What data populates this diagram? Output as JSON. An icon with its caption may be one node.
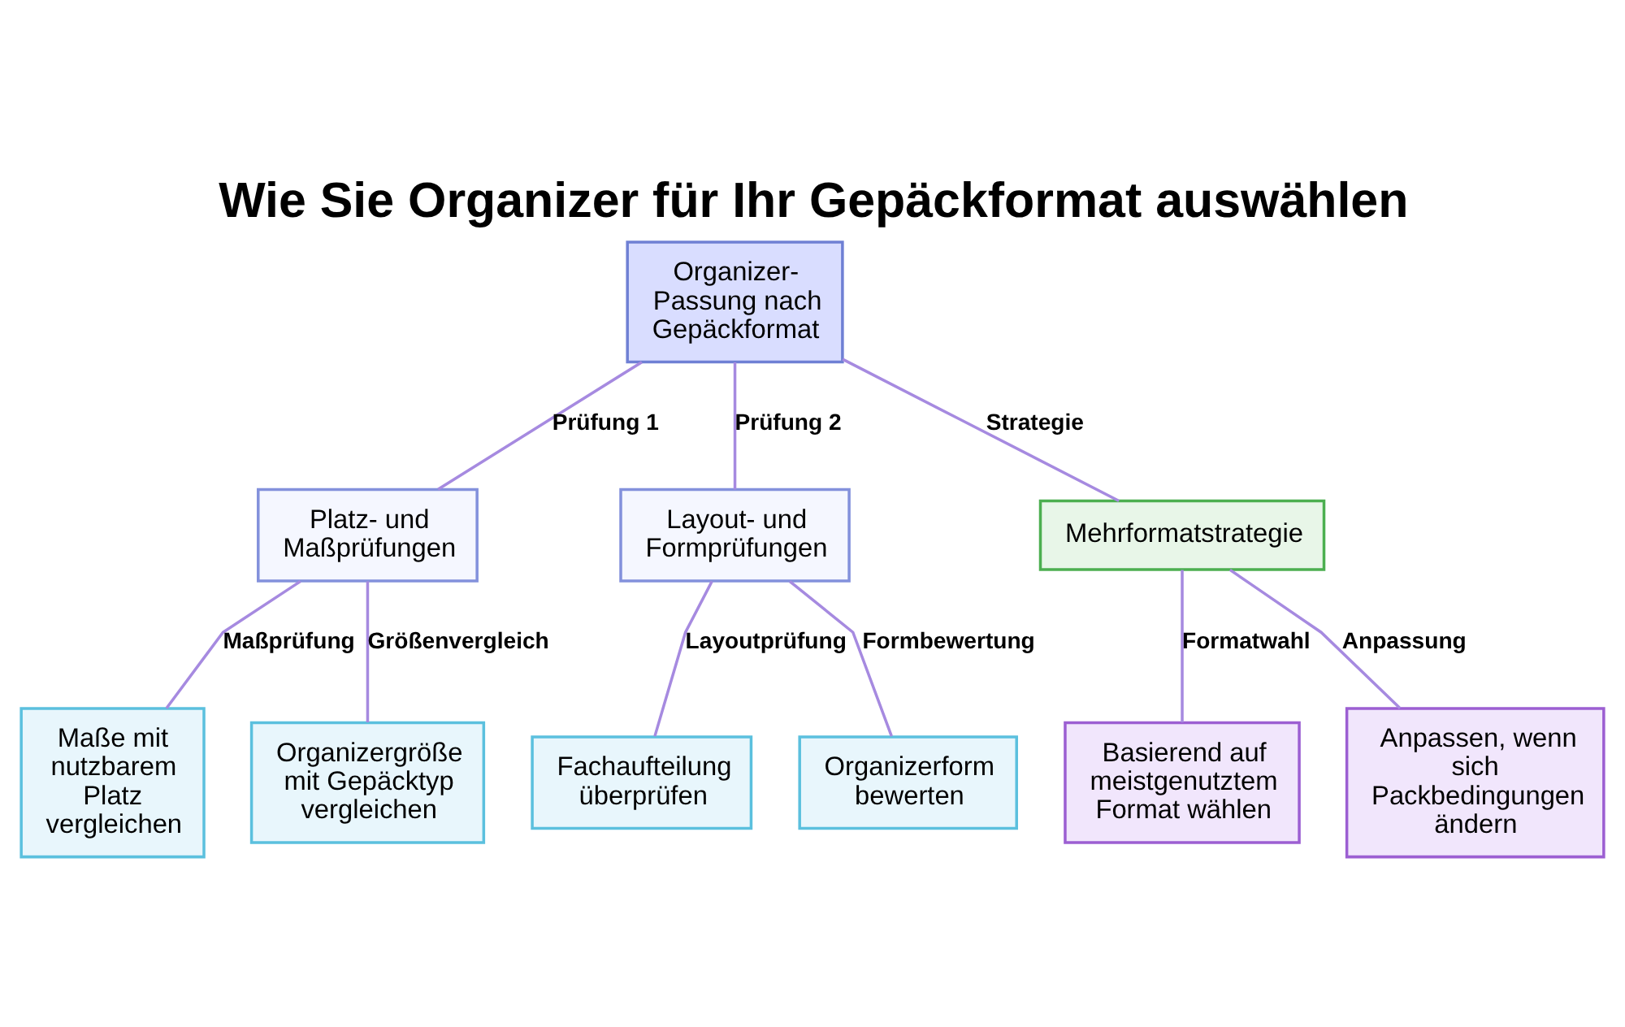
{
  "diagram": {
    "title": "Wie Sie Organizer für Ihr Gepäckformat auswählen",
    "nodes": [
      {
        "text": [
          "Organizer-Passung nach Gepäckformat"
        ]
      },
      {
        "text": [
          "Platz- und Maßprüfungen"
        ]
      },
      {
        "text": [
          "Layout- und Formprüfungen"
        ]
      },
      {
        "text": [
          "Mehrformatstrategie"
        ]
      },
      {
        "text": [
          "Maße mit nutzbarem Platz vergleichen"
        ]
      },
      {
        "text": [
          "Organizergröße mit Gepäcktyp vergleichen"
        ]
      },
      {
        "text": [
          "Fachaufteilung überprüfen"
        ]
      },
      {
        "text": [
          "Organizerform bewerten"
        ]
      },
      {
        "text": [
          "Basierend auf meistgenutztem Format wählen"
        ]
      },
      {
        "text": [
          "Anpassen, wenn sich Packbedingungen ändern"
        ]
      }
    ],
    "edges": [
      {
        "from": 0,
        "to": 1,
        "arrow": "none",
        "label": "Prüfung 1"
      },
      {
        "from": 0,
        "to": 2,
        "arrow": "none",
        "label": "Prüfung 2"
      },
      {
        "from": 0,
        "to": 3,
        "arrow": "none",
        "label": "Strategie"
      },
      {
        "from": 1,
        "to": 4,
        "arrow": "none",
        "label": "Maßprüfung"
      },
      {
        "from": 1,
        "to": 5,
        "arrow": "none",
        "label": "Größenvergleich"
      },
      {
        "from": 2,
        "to": 6,
        "arrow": "none",
        "label": "Layoutprüfung"
      },
      {
        "from": 2,
        "to": 7,
        "arrow": "none",
        "label": "Formbewertung"
      },
      {
        "from": 3,
        "to": 8,
        "arrow": "none",
        "label": "Formatwahl"
      },
      {
        "from": 3,
        "to": 9,
        "arrow": "none",
        "label": "Anpassung"
      }
    ]
  }
}
